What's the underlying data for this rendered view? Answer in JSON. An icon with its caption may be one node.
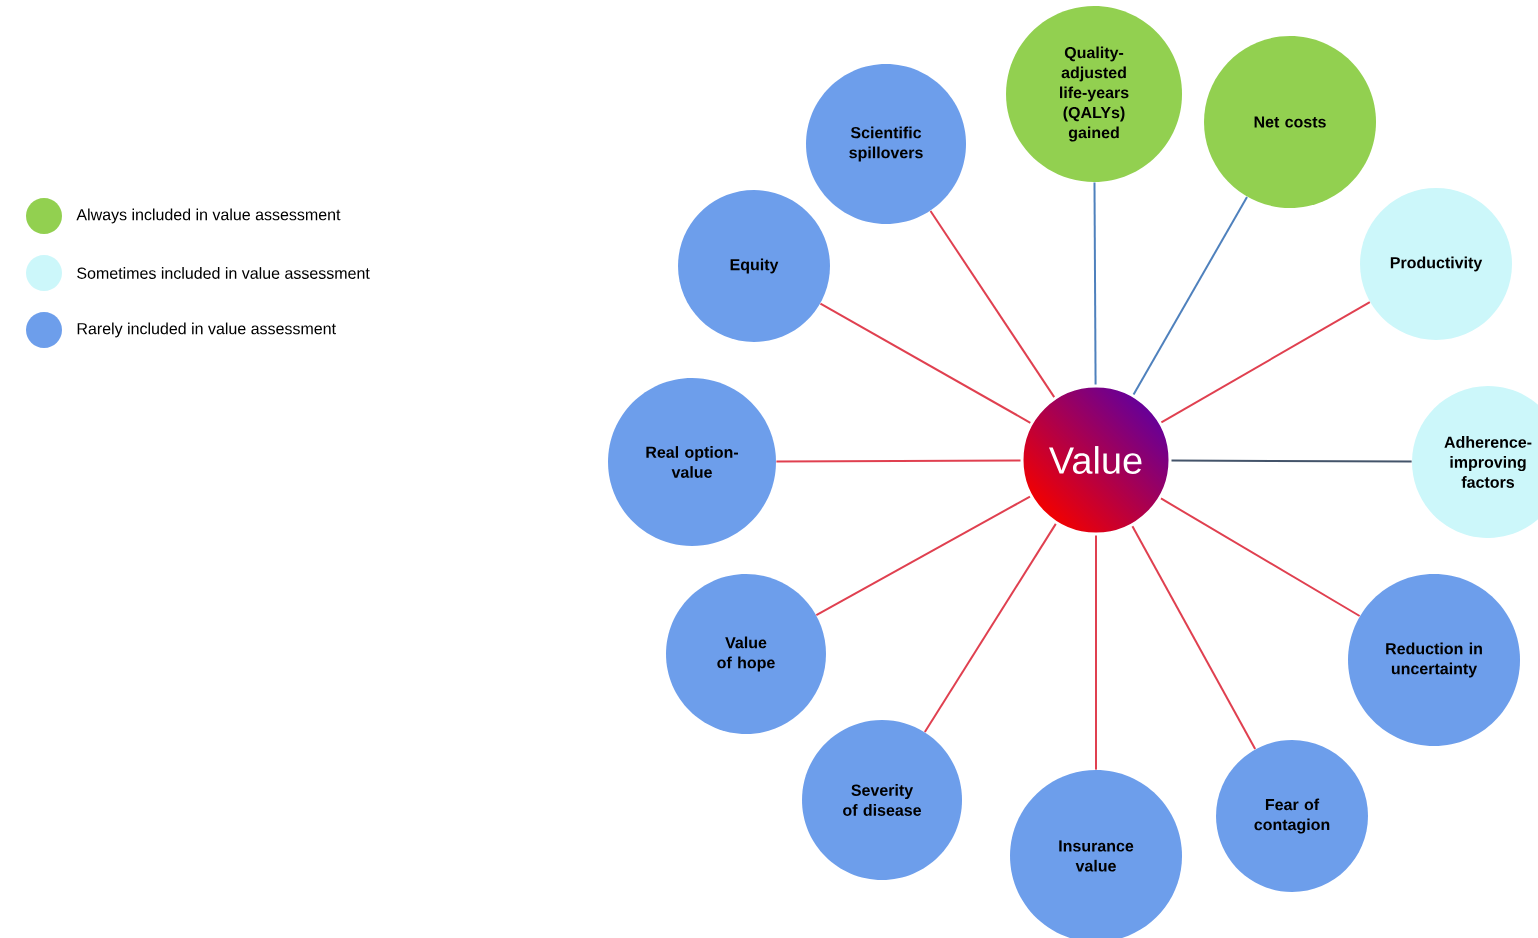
{
  "diagram": {
    "nodes": [
      {
        "text": [
          "Value"
        ]
      },
      {
        "text": [
          "Scientific spillovers"
        ]
      },
      {
        "text": [
          "Quality-adjusted life-years (QALYs) gained"
        ]
      },
      {
        "text": [
          "Net costs"
        ]
      },
      {
        "text": [
          "Productivity"
        ]
      },
      {
        "text": [
          "Adherence-improving factors"
        ]
      },
      {
        "text": [
          "Reduction in uncertainty"
        ]
      },
      {
        "text": [
          "Fear of contagion"
        ]
      },
      {
        "text": [
          "Insurance value"
        ]
      },
      {
        "text": [
          "Severity of disease"
        ]
      },
      {
        "text": [
          "Value of hope"
        ]
      },
      {
        "text": [
          "Real option-value"
        ]
      },
      {
        "text": [
          "Equity"
        ]
      }
    ],
    "edges": [
      {
        "from": 0,
        "to": 1,
        "arrow": "none"
      },
      {
        "from": 0,
        "to": 2,
        "arrow": "none",
        "color": "#4f81bd"
      },
      {
        "from": 0,
        "to": 3,
        "arrow": "none",
        "color": "#4f81bd"
      },
      {
        "from": 0,
        "to": 4,
        "arrow": "none"
      },
      {
        "from": 0,
        "to": 5,
        "arrow": "none",
        "color": "#44546a"
      },
      {
        "from": 0,
        "to": 6,
        "arrow": "none"
      },
      {
        "from": 0,
        "to": 7,
        "arrow": "none"
      },
      {
        "from": 0,
        "to": 8,
        "arrow": "none"
      },
      {
        "from": 0,
        "to": 9,
        "arrow": "none"
      },
      {
        "from": 0,
        "to": 10,
        "arrow": "none"
      },
      {
        "from": 0,
        "to": 11,
        "arrow": "none"
      },
      {
        "from": 0,
        "to": 12,
        "arrow": "none"
      }
    ],
    "legend": [
      {
        "text": "Always included in value assessment",
        "color": "#92d050"
      },
      {
        "text": "Sometimes included in value assessment",
        "color": "#ccf7fa"
      },
      {
        "text": "Rarely included in value assessment",
        "color": "#6d9eeb"
      }
    ]
  }
}
